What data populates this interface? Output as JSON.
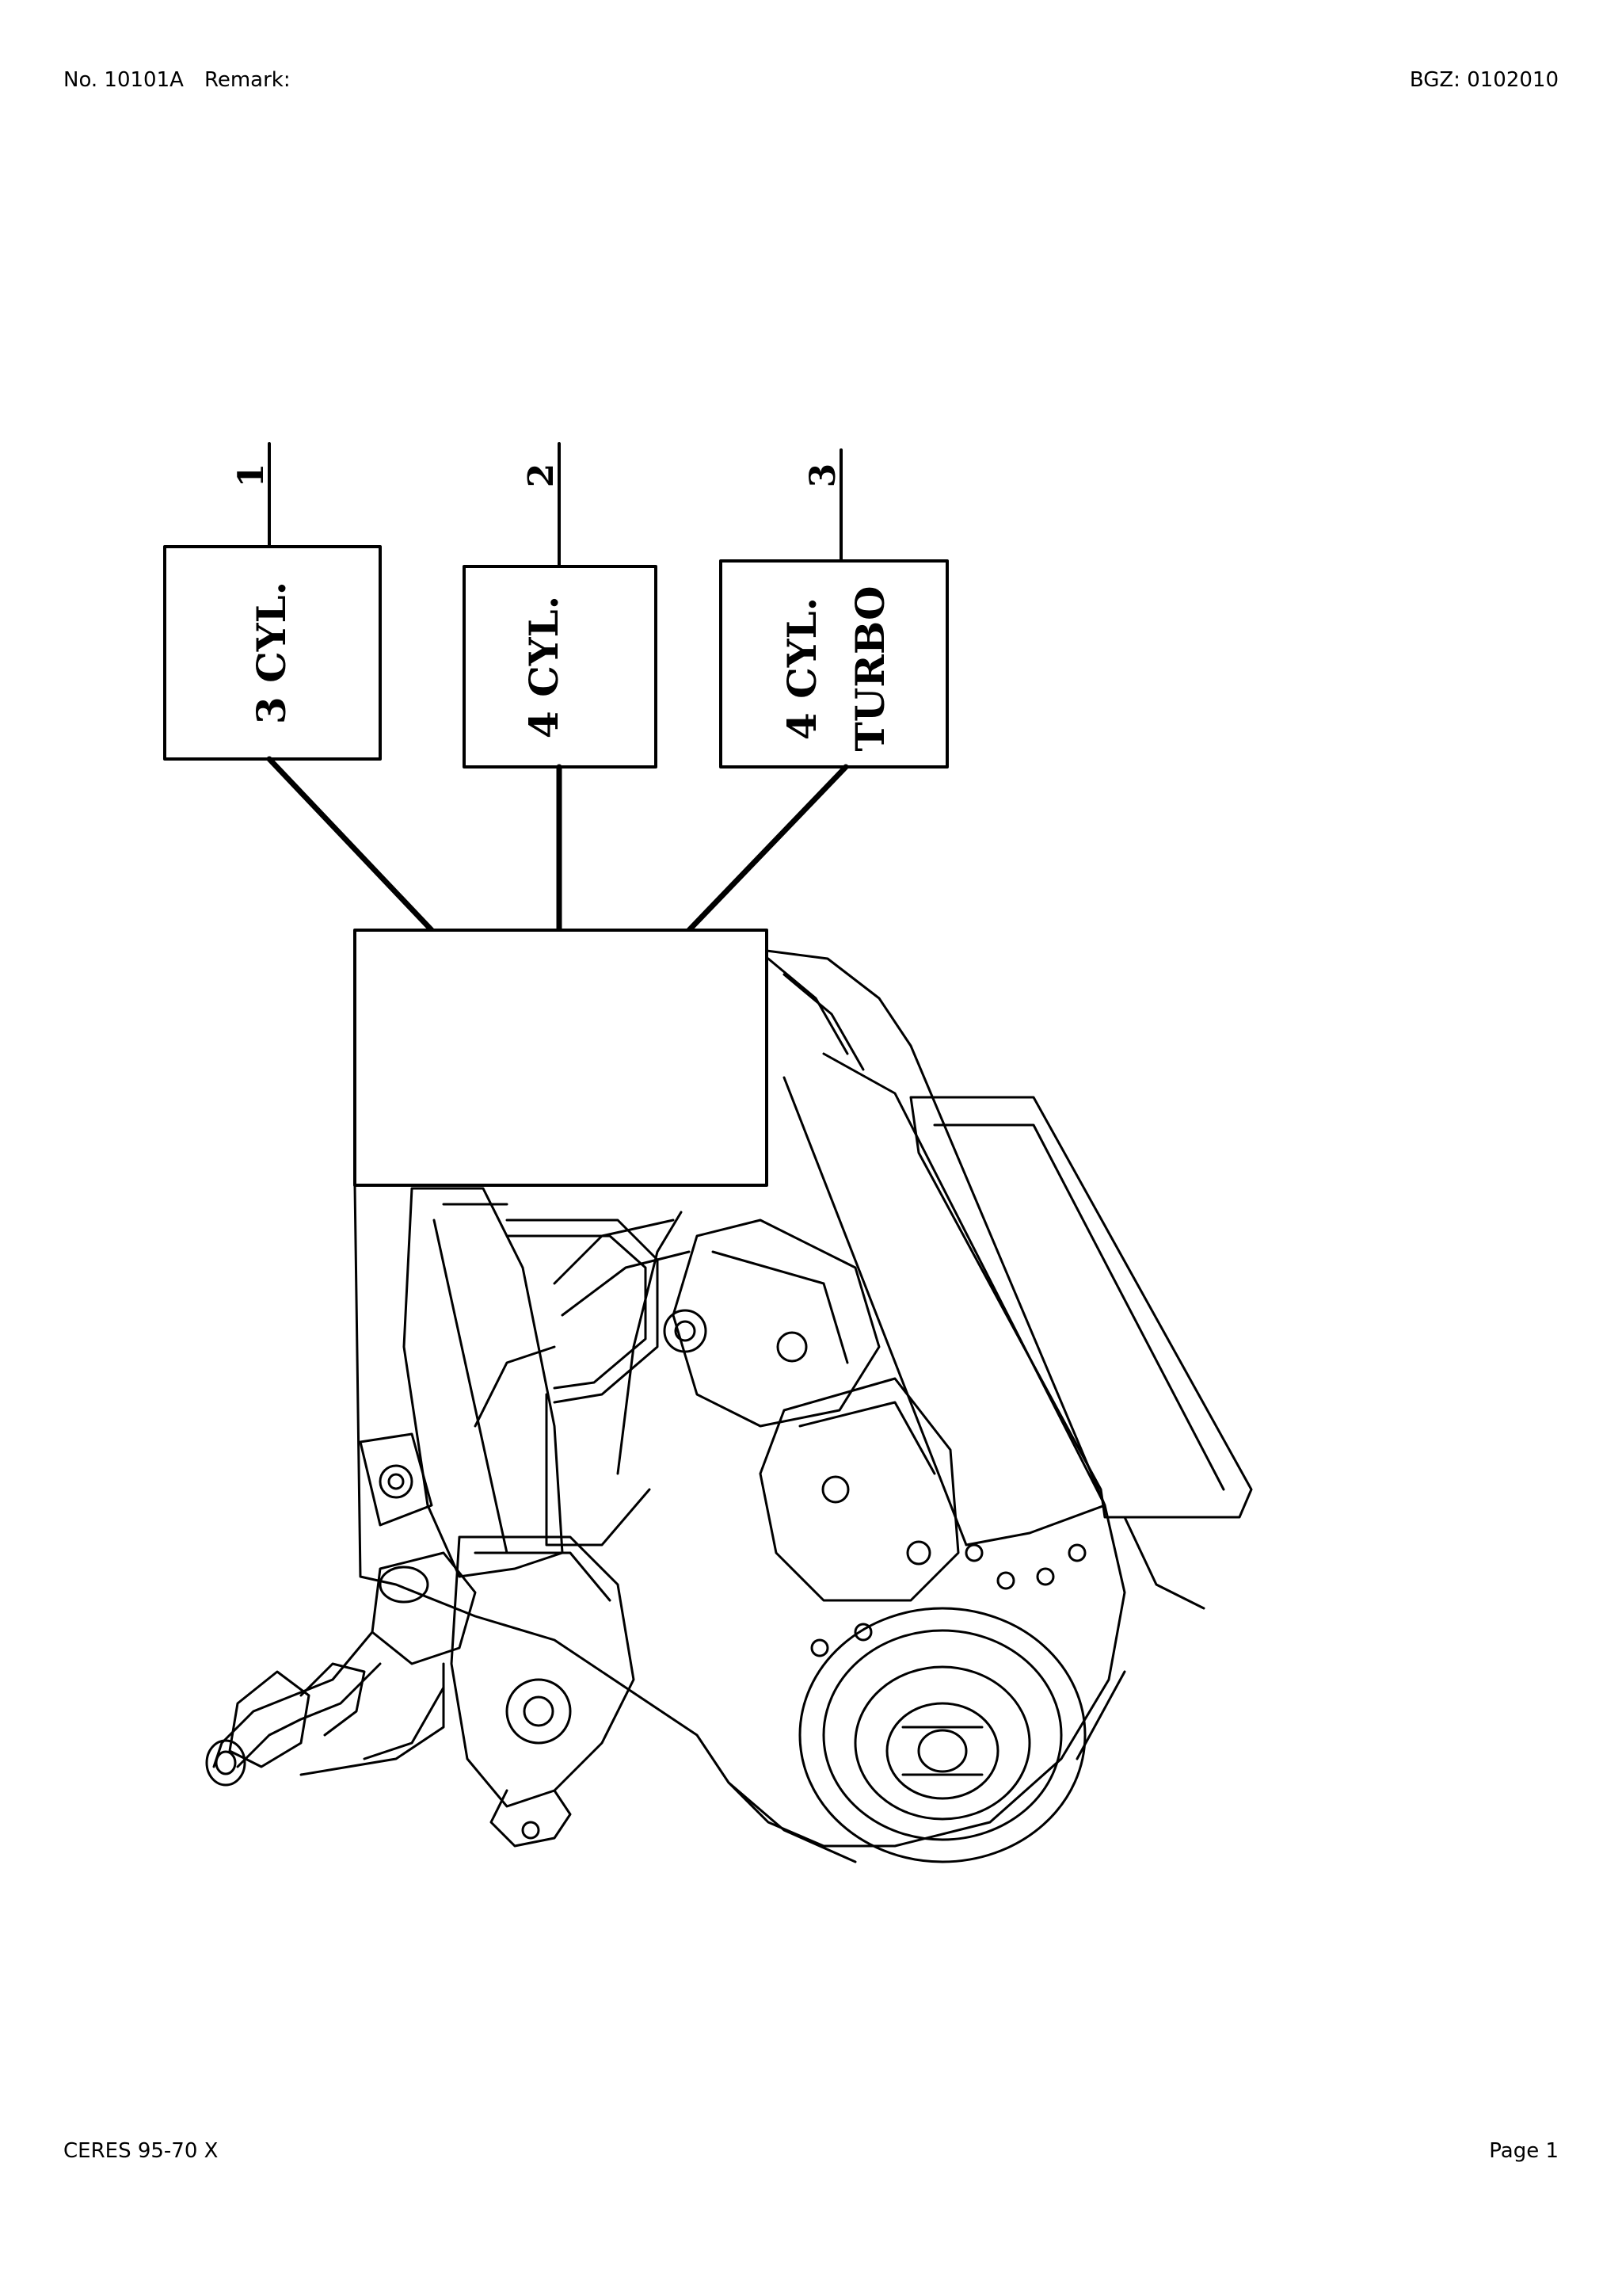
{
  "header": {
    "number": "No. 10101A",
    "remark": "Remark:",
    "bgz": "BGZ: 0102010"
  },
  "footer": {
    "model": "CERES 95-70 X",
    "page": "Page 1"
  },
  "diagram": {
    "callouts": [
      {
        "number": "1",
        "label_line1": "3 CYL.",
        "label_line2": ""
      },
      {
        "number": "2",
        "label_line1": "4 CYL.",
        "label_line2": ""
      },
      {
        "number": "3",
        "label_line1": "4 CYL.",
        "label_line2": "TURBO"
      }
    ]
  }
}
